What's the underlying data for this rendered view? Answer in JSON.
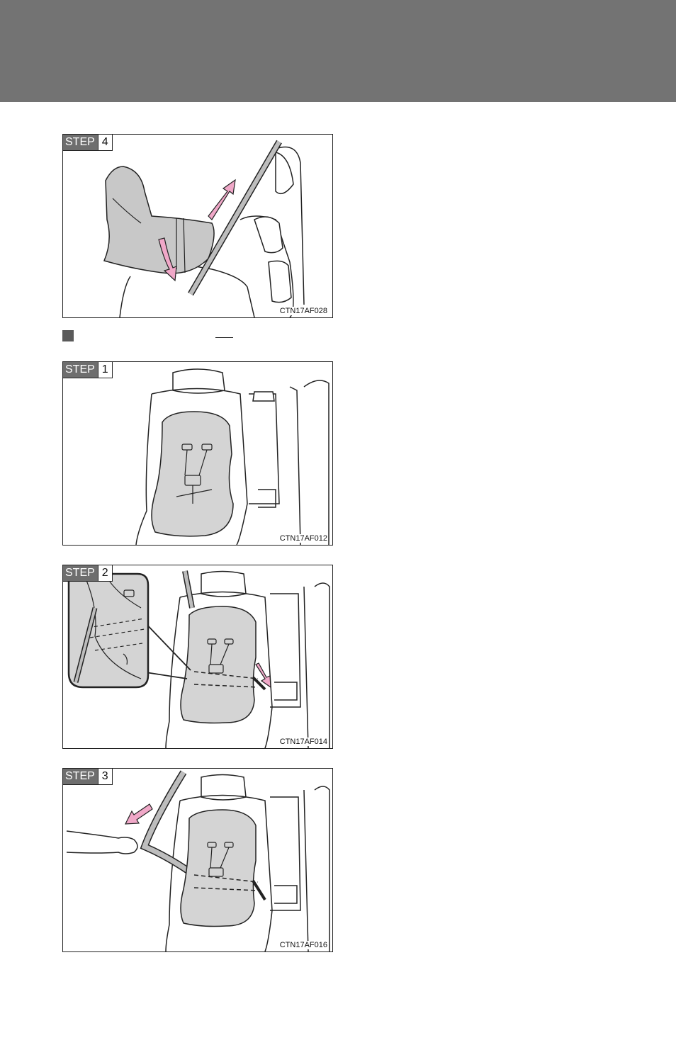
{
  "figures": [
    {
      "step_label": "STEP",
      "step_number": "4",
      "code": "CTN17AF028"
    },
    {
      "step_label": "STEP",
      "step_number": "1",
      "code": "CTN17AF012"
    },
    {
      "step_label": "STEP",
      "step_number": "2",
      "code": "CTN17AF014"
    },
    {
      "step_label": "STEP",
      "step_number": "3",
      "code": "CTN17AF016"
    }
  ],
  "colors": {
    "header_bar": "#737373",
    "step_tag": "#6e6e6e",
    "seat_fill": "#d4d4d4",
    "arrow_pink": "#f0a8c8"
  }
}
